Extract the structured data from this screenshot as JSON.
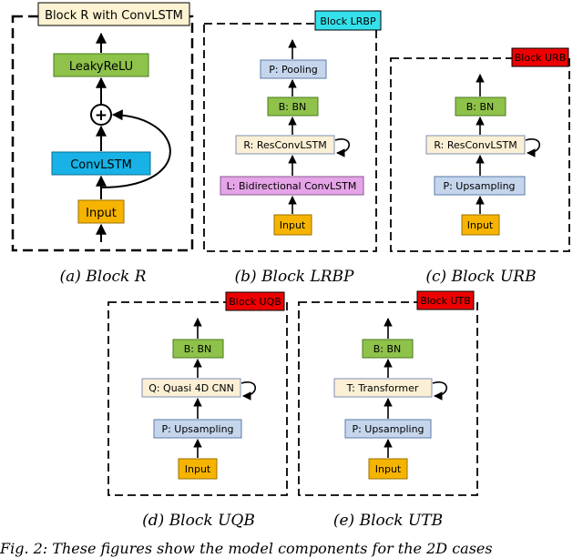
{
  "colors": {
    "green": "#8fc24a",
    "blue": "#18b2e6",
    "orange": "#f6b400",
    "light_blue": "#c5d6ec",
    "cream": "#fbf0d5",
    "purple": "#e5a4e7",
    "cyan": "#34e1eb",
    "red": "#ee0000",
    "title_bg": "#fdf3d2"
  },
  "block_r": {
    "title": "Block R with ConvLSTM",
    "leaky": "LeakyReLU",
    "add_symbol": "+",
    "convlstm": "ConvLSTM",
    "input": "Input",
    "caption": "(a) Block R"
  },
  "block_lrbp": {
    "title": "Block LRBP",
    "pooling": "P: Pooling",
    "bn": "B: BN",
    "res": "R: ResConvLSTM",
    "bidir": "L: Bidirectional ConvLSTM",
    "input": "Input",
    "caption": "(b) Block LRBP"
  },
  "block_urb": {
    "title": "Block URB",
    "bn": "B: BN",
    "res": "R: ResConvLSTM",
    "up": "P: Upsampling",
    "input": "Input",
    "caption": "(c) Block URB"
  },
  "block_uqb": {
    "title": "Block UQB",
    "bn": "B: BN",
    "quasi": "Q: Quasi 4D CNN",
    "up": "P: Upsampling",
    "input": "Input",
    "caption": "(d) Block UQB"
  },
  "block_utb": {
    "title": "Block UTB",
    "bn": "B: BN",
    "trans": "T: Transformer",
    "up": "P: Upsampling",
    "input": "Input",
    "caption": "(e) Block UTB"
  },
  "figure_caption": "Fig. 2: These figures show the model components for the 2D cases"
}
